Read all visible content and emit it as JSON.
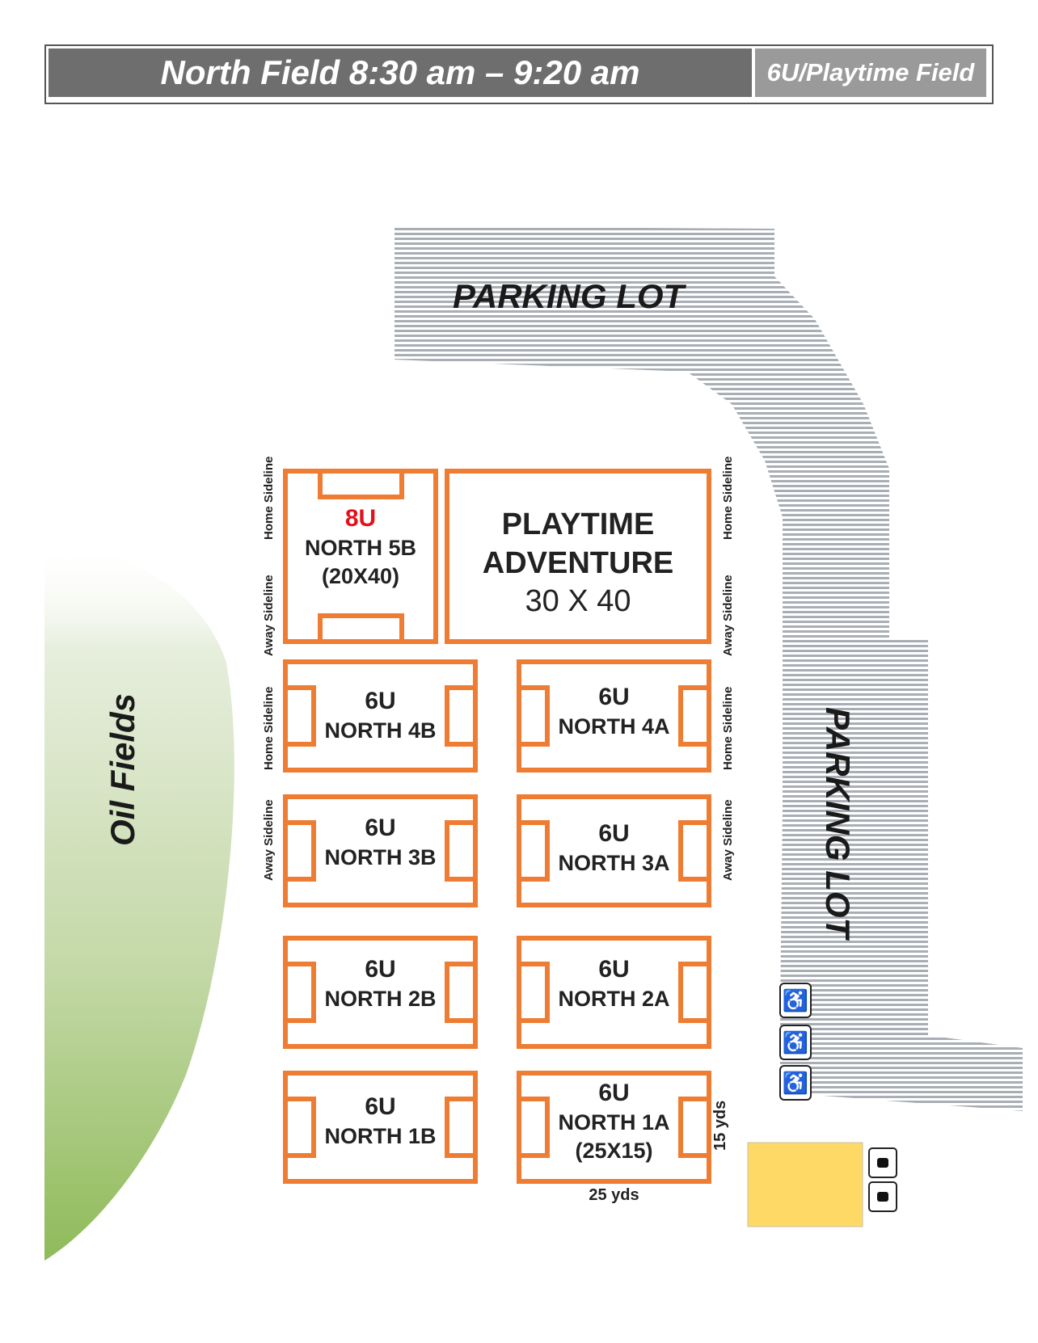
{
  "header": {
    "title": "North Field 8:30 am – 9:20 am",
    "badge": "6U/Playtime Field"
  },
  "areas": {
    "parking_top": "PARKING LOT",
    "parking_right": "PARKING LOT",
    "oil_fields": "Oil Fields"
  },
  "sidelines": {
    "home": "Home Sideline",
    "away": "Away Sideline"
  },
  "fields": {
    "north_5b": {
      "age": "8U",
      "name": "NORTH 5B",
      "size": "(20X40)"
    },
    "playtime": {
      "line1": "PLAYTIME",
      "line2": "ADVENTURE",
      "size": "30 X 40"
    },
    "north_4b": {
      "age": "6U",
      "name": "NORTH 4B"
    },
    "north_4a": {
      "age": "6U",
      "name": "NORTH 4A"
    },
    "north_3b": {
      "age": "6U",
      "name": "NORTH 3B"
    },
    "north_3a": {
      "age": "6U",
      "name": "NORTH 3A"
    },
    "north_2b": {
      "age": "6U",
      "name": "NORTH 2B"
    },
    "north_2a": {
      "age": "6U",
      "name": "NORTH 2A"
    },
    "north_1b": {
      "age": "6U",
      "name": "NORTH 1B"
    },
    "north_1a": {
      "age": "6U",
      "name": "NORTH 1A",
      "size": "(25X15)"
    }
  },
  "dimensions": {
    "width_label": "25 yds",
    "height_label": "15 yds"
  },
  "icons": {
    "accessible": "accessible-parking-icon",
    "restroom": "restroom-icon"
  },
  "colors": {
    "field_line": "#ee7d33",
    "parking": "#a8aeb4",
    "oil_field_dark": "#8fbb5a",
    "pavilion": "#ffd966",
    "age_8u": "#e3121a"
  }
}
